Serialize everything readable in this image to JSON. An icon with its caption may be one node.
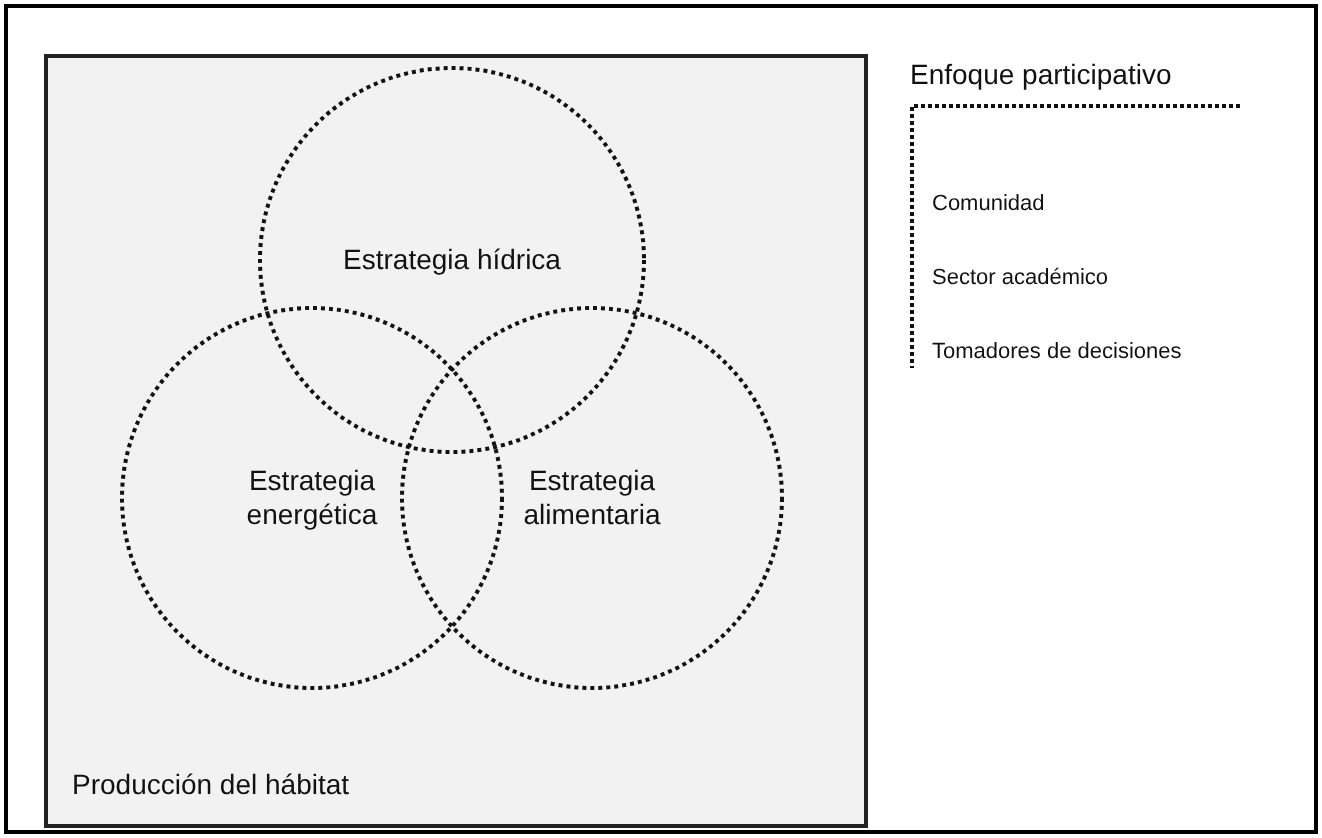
{
  "diagram": {
    "nodes": [
      {
        "text": [
          "Producción del hábitat"
        ]
      },
      {
        "text": [
          "Estrategia hídrica"
        ],
        "in": 0
      },
      {
        "text": [
          "Estrategia energética"
        ],
        "in": 0
      },
      {
        "text": [
          "Estrategia alimentaria"
        ],
        "in": 0
      }
    ],
    "edges": [],
    "labels": [
      "Enfoque participativo",
      "Comunidad",
      "Sector académico",
      "Tomadores de decisiones"
    ]
  }
}
